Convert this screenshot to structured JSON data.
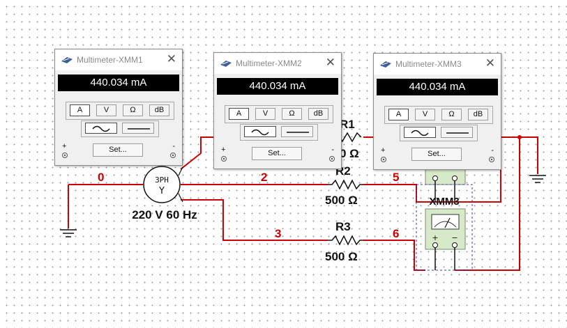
{
  "colors": {
    "wire": "#cc0000",
    "net_label": "#cc0000",
    "wire_alt": "#5a3fa0",
    "dashed_box": "#3a3ab0",
    "meter_body": "#d7e9c9",
    "display_bg": "#000000",
    "display_text": "#ffffff"
  },
  "multimeters": [
    {
      "title": "Multimeter-XMM1",
      "reading": "440.034 mA",
      "modes": [
        "A",
        "V",
        "Ω",
        "dB"
      ],
      "active_mode": "A",
      "wave_buttons": [
        "sine-wave-icon",
        "dc-line-icon"
      ],
      "active_wave": "sine-wave-icon",
      "set_label": "Set...",
      "plus": "+",
      "minus": "-",
      "close_icon": "close-icon"
    },
    {
      "title": "Multimeter-XMM2",
      "reading": "440.034 mA",
      "modes": [
        "A",
        "V",
        "Ω",
        "dB"
      ],
      "active_mode": "A",
      "wave_buttons": [
        "sine-wave-icon",
        "dc-line-icon"
      ],
      "active_wave": "sine-wave-icon",
      "set_label": "Set...",
      "plus": "+",
      "minus": "-",
      "close_icon": "close-icon"
    },
    {
      "title": "Multimeter-XMM3",
      "reading": "440.034 mA",
      "modes": [
        "A",
        "V",
        "Ω",
        "dB"
      ],
      "active_mode": "A",
      "wave_buttons": [
        "sine-wave-icon",
        "dc-line-icon"
      ],
      "active_wave": "sine-wave-icon",
      "set_label": "Set...",
      "plus": "+",
      "minus": "-",
      "close_icon": "close-icon"
    }
  ],
  "schematic": {
    "source": {
      "line1": "3PH",
      "line2": "Y",
      "rating": "220 V 60 Hz"
    },
    "nets": {
      "n0": "0",
      "n2": "2",
      "n3": "3",
      "n5": "5",
      "n6": "6"
    },
    "resistors": [
      {
        "name": "R1",
        "value_visible": "0 Ω"
      },
      {
        "name": "R2",
        "value": "500 Ω"
      },
      {
        "name": "R3",
        "value": "500 Ω"
      }
    ],
    "meter_symbol_label": "XMM3",
    "meter_terminals": {
      "plus": "+",
      "minus": "−"
    }
  }
}
